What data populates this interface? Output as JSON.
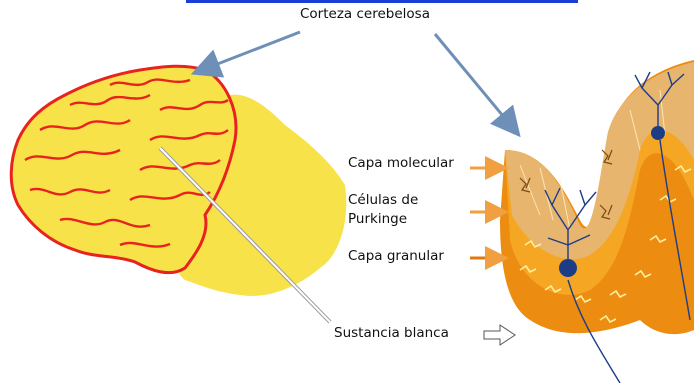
{
  "labels": {
    "corteza": "Corteza cerebelosa",
    "capa_molecular": "Capa molecular",
    "celulas_purkinje_line1": "Células de",
    "celulas_purkinje_line2": "Purkinge",
    "capa_granular": "Capa granular",
    "sustancia_blanca": "Sustancia blanca"
  },
  "colors": {
    "white_matter": "#f7e24a",
    "cortex_outline": "#e8231f",
    "molecular_layer": "#e7b56e",
    "purkinje_band": "#f5a623",
    "granular_layer": "#ec8c10",
    "neuron": "#1c3d86",
    "pointer_arrow": "#6e8fb8",
    "small_arrow": "#f0a040"
  },
  "icons": [
    "blue-pointer-arrow",
    "white-outline-arrow",
    "orange-right-arrow",
    "purkinje-neuron-icon"
  ]
}
